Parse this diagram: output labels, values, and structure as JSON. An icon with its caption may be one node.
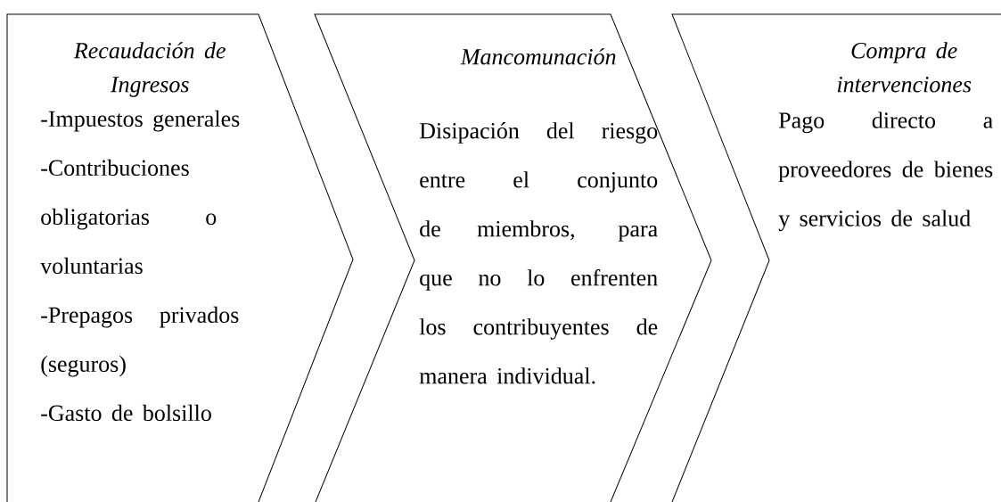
{
  "diagram": {
    "nodes": [
      {
        "text": [
          "Recaudación de Ingresos",
          "-Impuestos generales",
          "-Contribuciones obligatorias o voluntarias",
          "-Prepagos privados (seguros)",
          "-Gasto de bolsillo"
        ]
      },
      {
        "text": [
          "Mancomunación",
          "Disipación del riesgo entre el conjunto de miembros, para que no lo enfrenten los contribuyentes de manera individual."
        ]
      },
      {
        "text": [
          "Compra de intervenciones",
          "Pago directo a proveedores de bienes y servicios de salud"
        ]
      }
    ],
    "edges": []
  }
}
